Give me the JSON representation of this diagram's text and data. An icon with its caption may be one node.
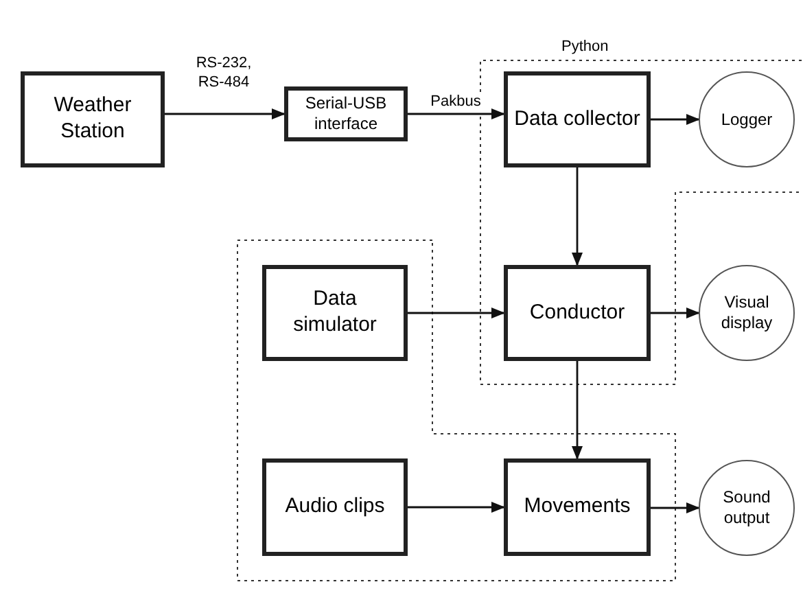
{
  "diagram": {
    "nodes": [
      {
        "text": [
          "Weather Station"
        ]
      },
      {
        "text": [
          "Serial-USB interface"
        ]
      },
      {
        "text": [
          "Data collector"
        ]
      },
      {
        "text": [
          "Logger"
        ]
      },
      {
        "text": [
          "Data simulator"
        ]
      },
      {
        "text": [
          "Conductor"
        ]
      },
      {
        "text": [
          "Visual display"
        ]
      },
      {
        "text": [
          "Audio clips"
        ]
      },
      {
        "text": [
          "Movements"
        ]
      },
      {
        "text": [
          "Sound output"
        ]
      }
    ],
    "edges": [
      {
        "from": 0,
        "to": 1,
        "arrow": "to",
        "label": "RS-232, RS-484"
      },
      {
        "from": 1,
        "to": 2,
        "arrow": "to",
        "label": "Pakbus"
      },
      {
        "from": 2,
        "to": 3,
        "arrow": "to"
      },
      {
        "from": 2,
        "to": 5,
        "arrow": "to"
      },
      {
        "from": 4,
        "to": 5,
        "arrow": "to"
      },
      {
        "from": 5,
        "to": 6,
        "arrow": "to"
      },
      {
        "from": 5,
        "to": 8,
        "arrow": "to"
      },
      {
        "from": 7,
        "to": 8,
        "arrow": "to"
      },
      {
        "from": 8,
        "to": 9,
        "arrow": "to"
      }
    ],
    "labels": [
      "Python"
    ]
  }
}
